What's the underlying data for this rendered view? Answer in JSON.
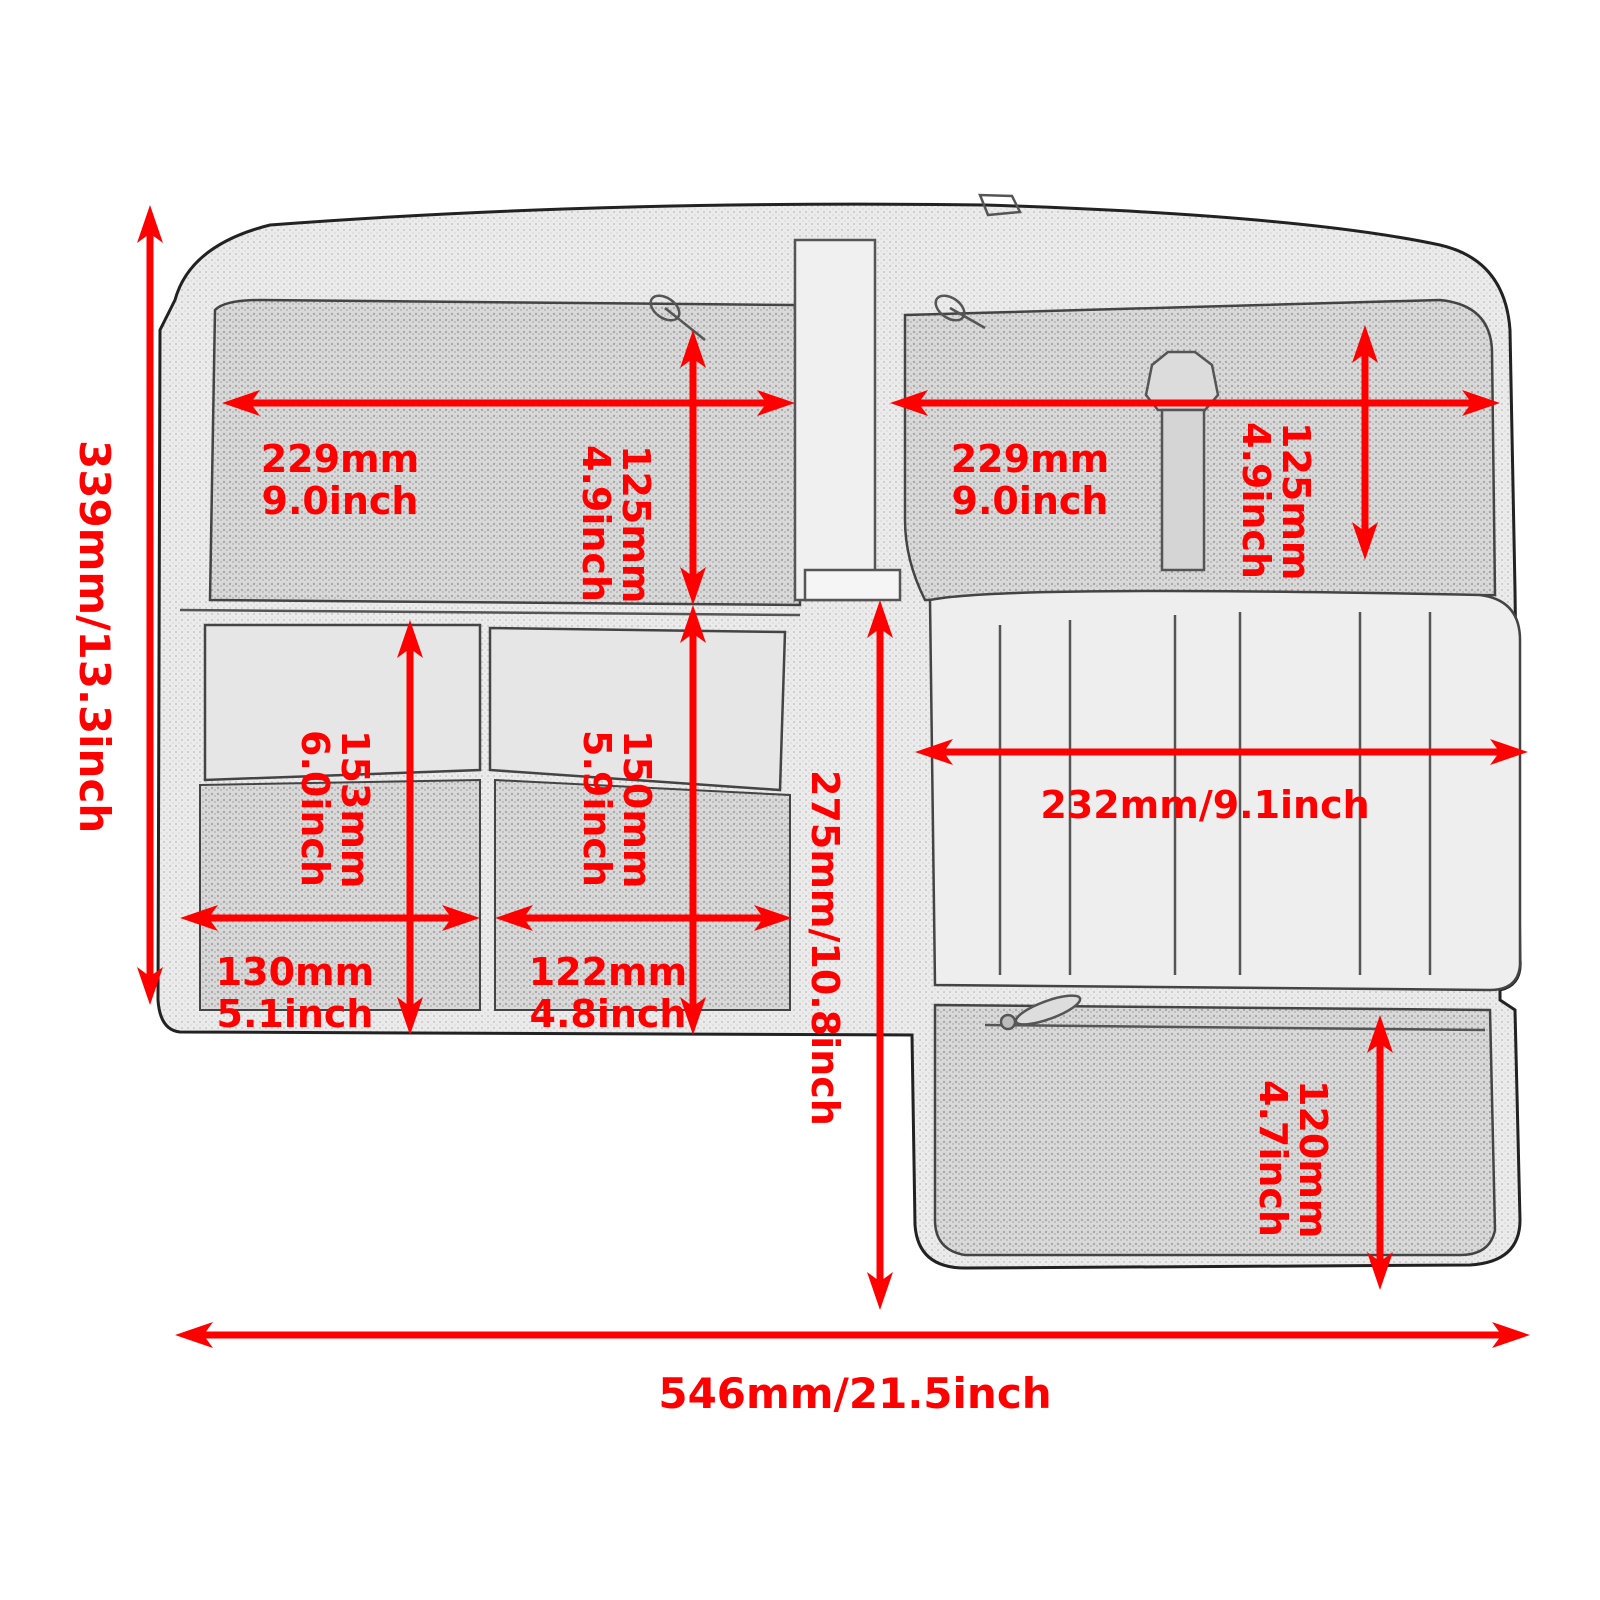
{
  "diagram": {
    "colors": {
      "dimension": "#ff0000",
      "outline": "#222222",
      "fill": "#f3f3f3"
    },
    "dimensions": {
      "total_height": "339mm/13.3inch",
      "total_width": "546mm/21.5inch",
      "center_height": "275mm/10.8inch",
      "right_mid_width": "232mm/9.1inch",
      "top_left_width_mm": "229mm",
      "top_left_width_in": "9.0inch",
      "top_right_width_mm": "229mm",
      "top_right_width_in": "9.0inch",
      "top_left_height_mm": "125mm",
      "top_left_height_in": "4.9inch",
      "top_right_height_mm": "125mm",
      "top_right_height_in": "4.9inch",
      "pocket1_height_mm": "153mm",
      "pocket1_height_in": "6.0inch",
      "pocket2_height_mm": "150mm",
      "pocket2_height_in": "5.9inch",
      "pocket1_width_mm": "130mm",
      "pocket1_width_in": "5.1inch",
      "pocket2_width_mm": "122mm",
      "pocket2_width_in": "4.8inch",
      "lower_right_height_mm": "120mm",
      "lower_right_height_in": "4.7inch"
    }
  }
}
